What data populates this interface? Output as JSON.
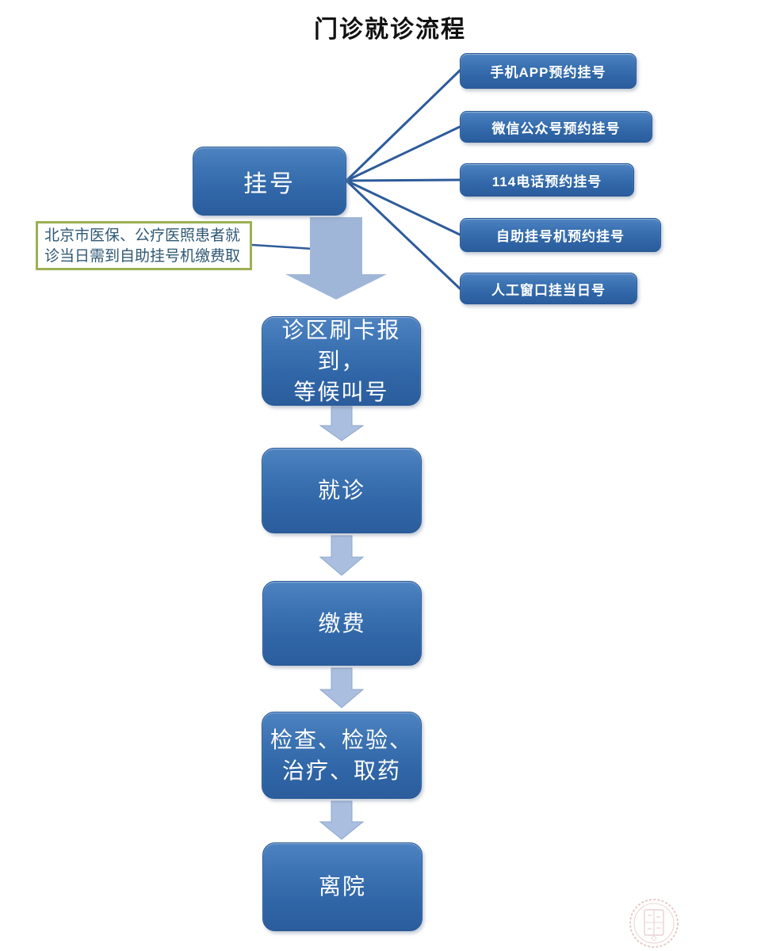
{
  "title": "门诊就诊流程",
  "register_box": "挂号",
  "channels": [
    "手机APP预约挂号",
    "微信公众号预约挂号",
    "114电话预约挂号",
    "自助挂号机预约挂号",
    "人工窗口挂当日号"
  ],
  "note_text": "北京市医保、公疗医照患者就诊当日需到自助挂号机缴费取",
  "steps": [
    "诊区刷卡报到，\n等候叫号",
    "就诊",
    "缴费",
    "检查、检验、\n治疗、取药",
    "离院"
  ],
  "colors": {
    "node_blue_top": "#4e83c1",
    "node_blue_bottom": "#2b5d9c",
    "node_border": "#295896",
    "connector_line": "#2e5b9b",
    "block_arrow": "#a0b6d8",
    "small_arrow": "#aabfdf",
    "note_border_green": "#9ab053",
    "note_text": "#2f5874",
    "seal_pink": "#d89b9b"
  }
}
